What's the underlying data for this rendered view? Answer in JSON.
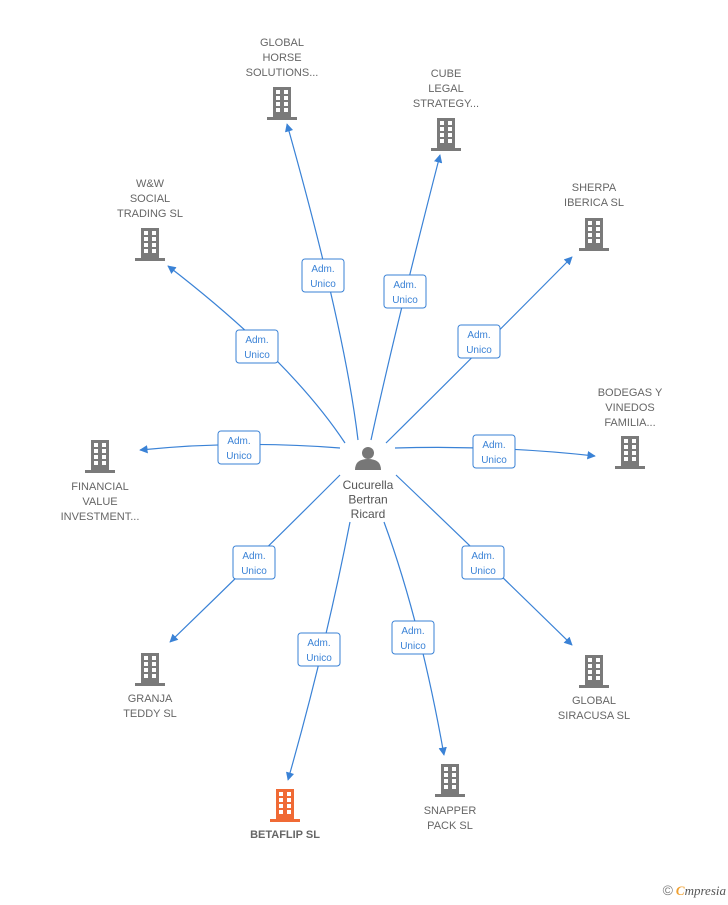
{
  "center": {
    "name_lines": [
      "Cucurella",
      "Bertran",
      "Ricard"
    ],
    "icon": "person-icon"
  },
  "companies": [
    {
      "id": "global-horse",
      "lines": [
        "GLOBAL",
        "HORSE",
        "SOLUTIONS..."
      ],
      "highlight": false,
      "edge": [
        "Adm.",
        "Unico"
      ]
    },
    {
      "id": "cube-legal",
      "lines": [
        "CUBE",
        "LEGAL",
        "STRATEGY..."
      ],
      "highlight": false,
      "edge": [
        "Adm.",
        "Unico"
      ]
    },
    {
      "id": "ww-social",
      "lines": [
        "W&W",
        "SOCIAL",
        "TRADING  SL"
      ],
      "highlight": false,
      "edge": [
        "Adm.",
        "Unico"
      ]
    },
    {
      "id": "sherpa",
      "lines": [
        "SHERPA",
        "IBERICA  SL"
      ],
      "highlight": false,
      "edge": [
        "Adm.",
        "Unico"
      ]
    },
    {
      "id": "bodegas",
      "lines": [
        "BODEGAS Y",
        "VINEDOS",
        "FAMILIA..."
      ],
      "highlight": false,
      "edge": [
        "Adm.",
        "Unico"
      ]
    },
    {
      "id": "financial",
      "lines": [
        "FINANCIAL",
        "VALUE",
        "INVESTMENT..."
      ],
      "highlight": false,
      "edge": [
        "Adm.",
        "Unico"
      ]
    },
    {
      "id": "granja",
      "lines": [
        "GRANJA",
        "TEDDY SL"
      ],
      "highlight": false,
      "edge": [
        "Adm.",
        "Unico"
      ]
    },
    {
      "id": "global-siracusa",
      "lines": [
        "GLOBAL",
        "SIRACUSA  SL"
      ],
      "highlight": false,
      "edge": [
        "Adm.",
        "Unico"
      ]
    },
    {
      "id": "betaflip",
      "lines": [
        "BETAFLIP  SL"
      ],
      "highlight": true,
      "edge": [
        "Adm.",
        "Unico"
      ]
    },
    {
      "id": "snapper",
      "lines": [
        "SNAPPER",
        "PACK  SL"
      ],
      "highlight": false,
      "edge": [
        "Adm.",
        "Unico"
      ]
    }
  ],
  "colors": {
    "edge": "#3a82d6",
    "building": "#7a7a7a",
    "building_highlight": "#f06a35",
    "person": "#777777"
  },
  "brand": {
    "copyright": "©",
    "initial": "C",
    "rest": "mpresia"
  }
}
